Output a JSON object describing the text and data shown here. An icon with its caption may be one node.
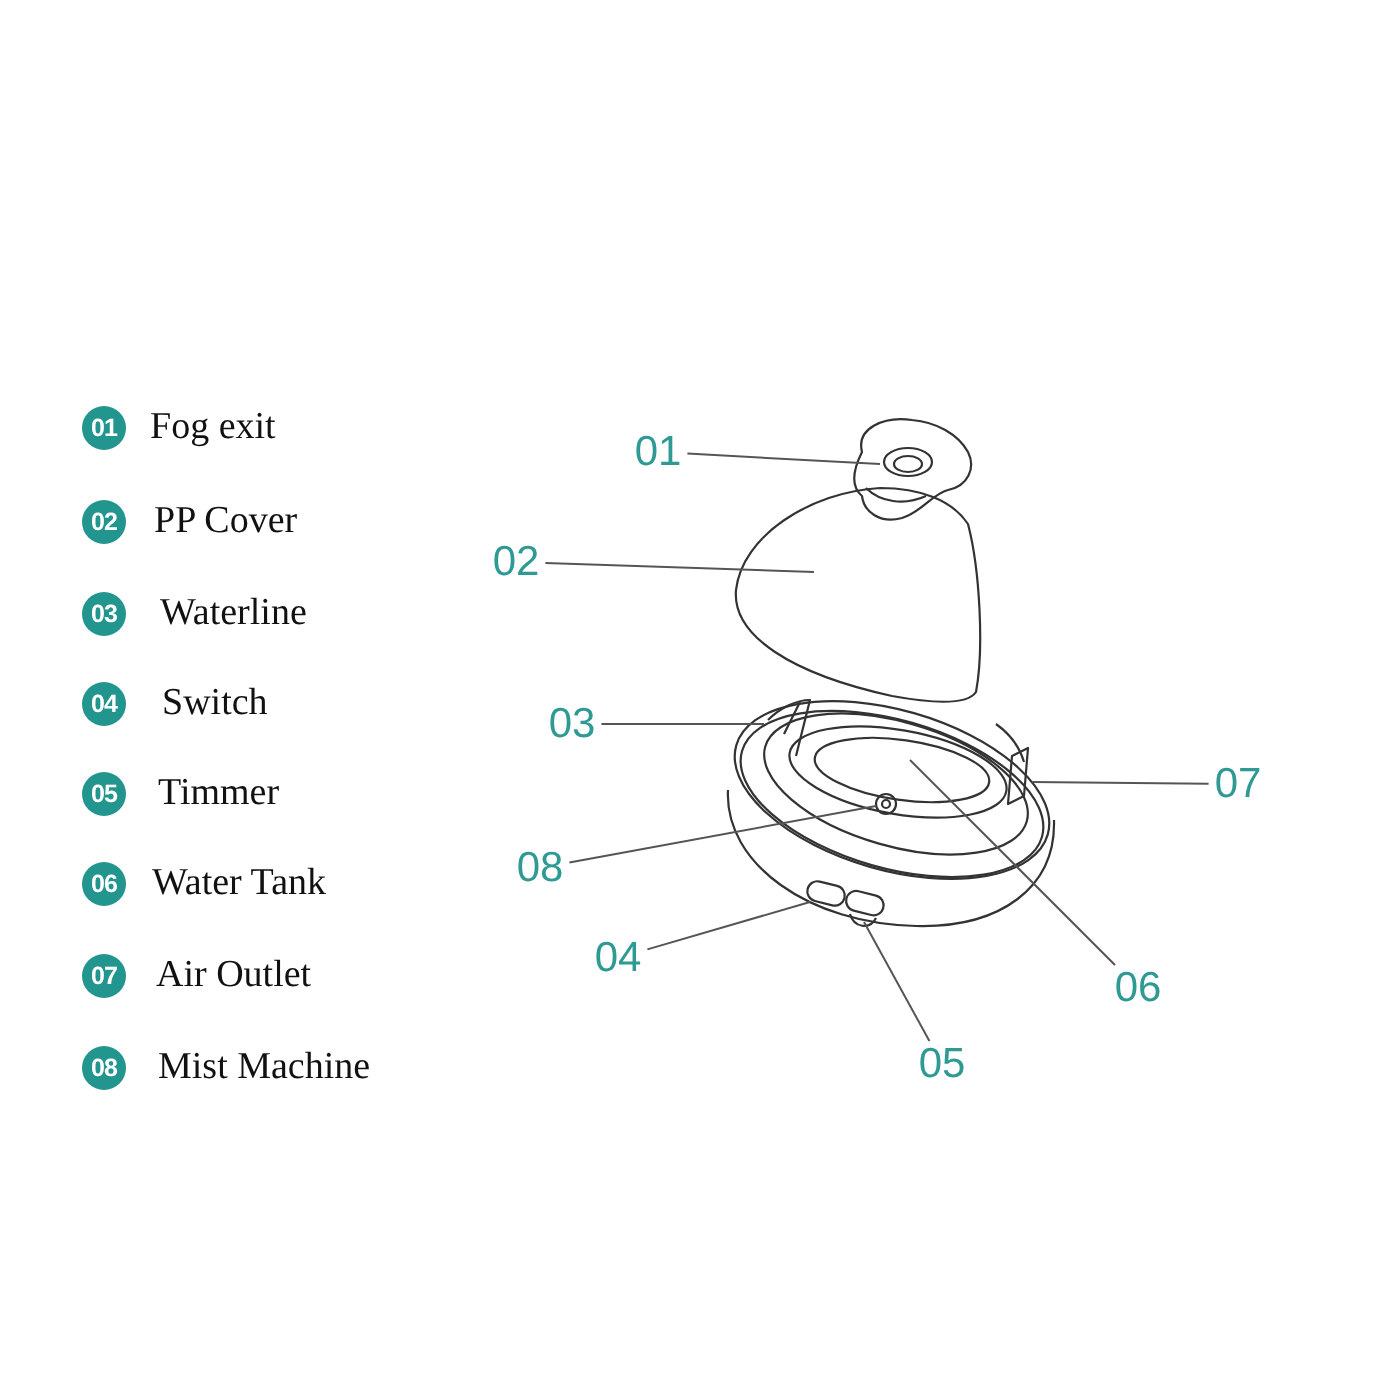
{
  "diagram": {
    "nodes": [
      {
        "text": [
          "01"
        ],
        "beside": [
          "Fog exit"
        ]
      },
      {
        "text": [
          "02"
        ],
        "beside": [
          "PP Cover"
        ]
      },
      {
        "text": [
          "03"
        ],
        "beside": [
          "Waterline"
        ]
      },
      {
        "text": [
          "04"
        ],
        "beside": [
          "Switch"
        ]
      },
      {
        "text": [
          "05"
        ],
        "beside": [
          "Timmer"
        ]
      },
      {
        "text": [
          "06"
        ],
        "beside": [
          "Water Tank"
        ]
      },
      {
        "text": [
          "07"
        ],
        "beside": [
          "Air Outlet"
        ]
      },
      {
        "text": [
          "08"
        ],
        "beside": [
          "Mist Machine"
        ]
      },
      {
        "text": [
          "01"
        ]
      },
      {
        "text": [
          "02"
        ]
      },
      {
        "text": [
          "03"
        ]
      },
      {
        "text": [
          "07"
        ]
      },
      {
        "text": [
          "08"
        ]
      },
      {
        "text": [
          "04"
        ]
      },
      {
        "text": [
          "06"
        ]
      },
      {
        "text": [
          "05"
        ]
      }
    ],
    "edges": [
      {
        "from": 8,
        "to": null,
        "arrow": "none"
      },
      {
        "from": 9,
        "to": null,
        "arrow": "none"
      },
      {
        "from": 10,
        "to": null,
        "arrow": "none"
      },
      {
        "from": 11,
        "to": null,
        "arrow": "none"
      },
      {
        "from": 12,
        "to": null,
        "arrow": "none"
      },
      {
        "from": 13,
        "to": null,
        "arrow": "none"
      },
      {
        "from": 14,
        "to": null,
        "arrow": "none"
      },
      {
        "from": 15,
        "to": null,
        "arrow": "none"
      }
    ]
  }
}
